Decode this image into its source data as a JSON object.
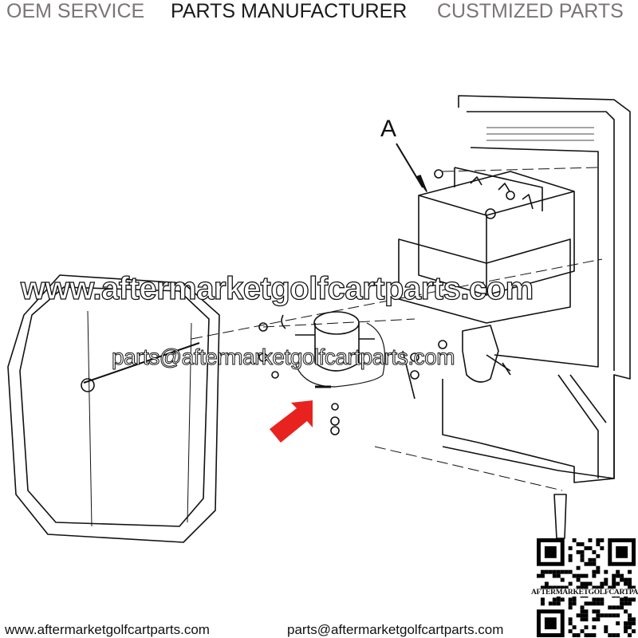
{
  "header": {
    "left": "OEM SERVICE",
    "center": "PARTS MANUFACTURER",
    "right": "CUSTMIZED PARTS"
  },
  "diagram": {
    "callout_label": "A",
    "arrow_color": "#e8231f"
  },
  "watermark": {
    "website": "www.aftermarketgolfcartparts.com",
    "email": "parts@aftermarketgolfcartparts.com"
  },
  "footer": {
    "website": "www.aftermarketgolfcartparts.com",
    "email": "parts@aftermarketgolfcartparts.com"
  },
  "qr": {
    "caption": "AFTERMARKETGOLFCARTPARTS"
  }
}
